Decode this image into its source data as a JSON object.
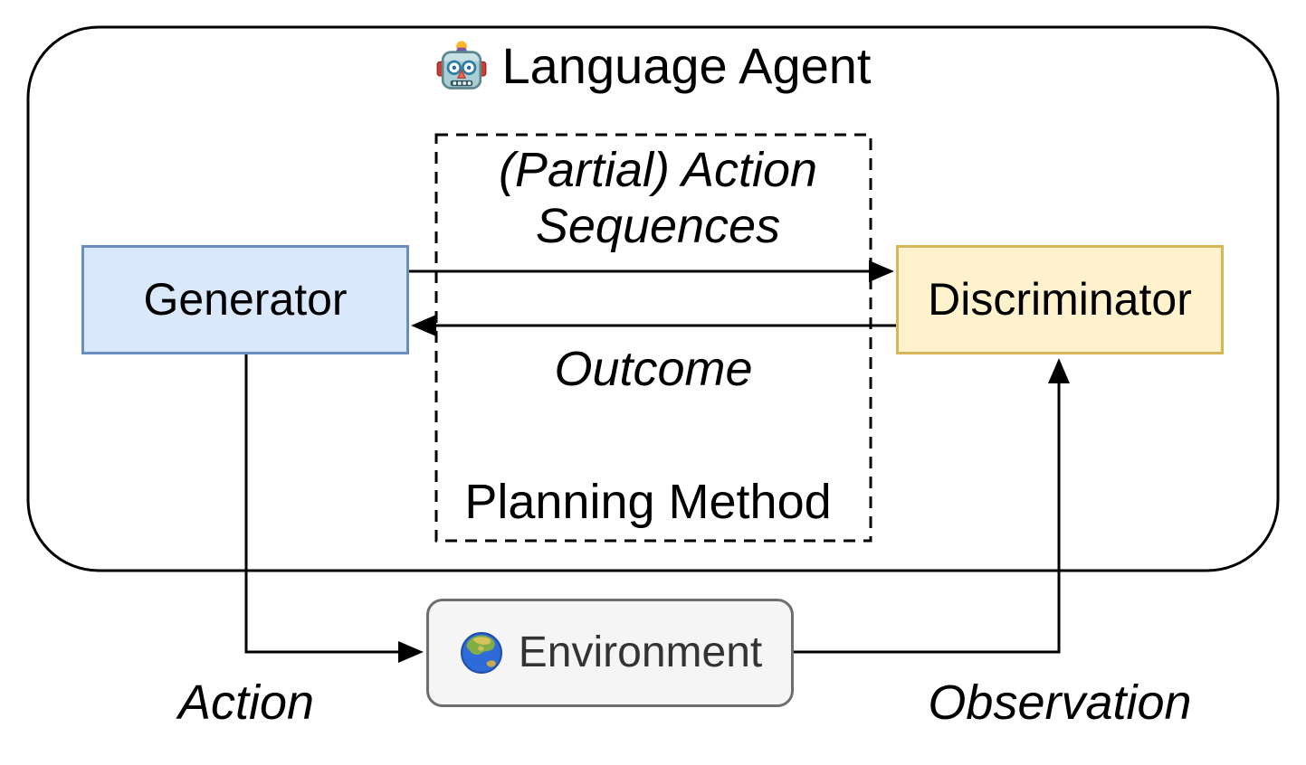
{
  "agent": {
    "icon": "robot-icon",
    "title": "Language Agent"
  },
  "planning": {
    "box_label": "Planning Method",
    "action_sequences_line1": "(Partial) Action",
    "action_sequences_line2": "Sequences",
    "outcome_label": "Outcome"
  },
  "nodes": {
    "generator": {
      "label": "Generator",
      "fill": "#dae8fc",
      "border": "#6c8ebf"
    },
    "discriminator": {
      "label": "Discriminator",
      "fill": "#fff2cc",
      "border": "#d6b656"
    },
    "environment": {
      "icon": "globe-icon",
      "label": "Environment",
      "fill": "#f5f5f5",
      "border": "#6e6e6e",
      "text_color": "#333333"
    }
  },
  "edges": {
    "action_label": "Action",
    "observation_label": "Observation",
    "line_color": "#000000"
  }
}
